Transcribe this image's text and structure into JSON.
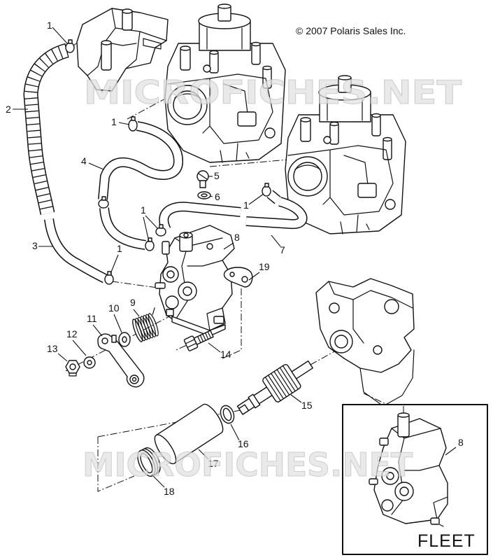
{
  "copyright": "© 2007 Polaris Sales Inc.",
  "watermarks": [
    "MICROFICHES.NET",
    "MICROFICHES.NET"
  ],
  "callouts": [
    "1",
    "2",
    "1",
    "4",
    "5",
    "6",
    "1",
    "1",
    "8",
    "7",
    "3",
    "1",
    "19",
    "9",
    "10",
    "11",
    "12",
    "13",
    "14",
    "15",
    "16",
    "17",
    "18"
  ],
  "inset": {
    "callout": "8",
    "label": "FLEET"
  }
}
